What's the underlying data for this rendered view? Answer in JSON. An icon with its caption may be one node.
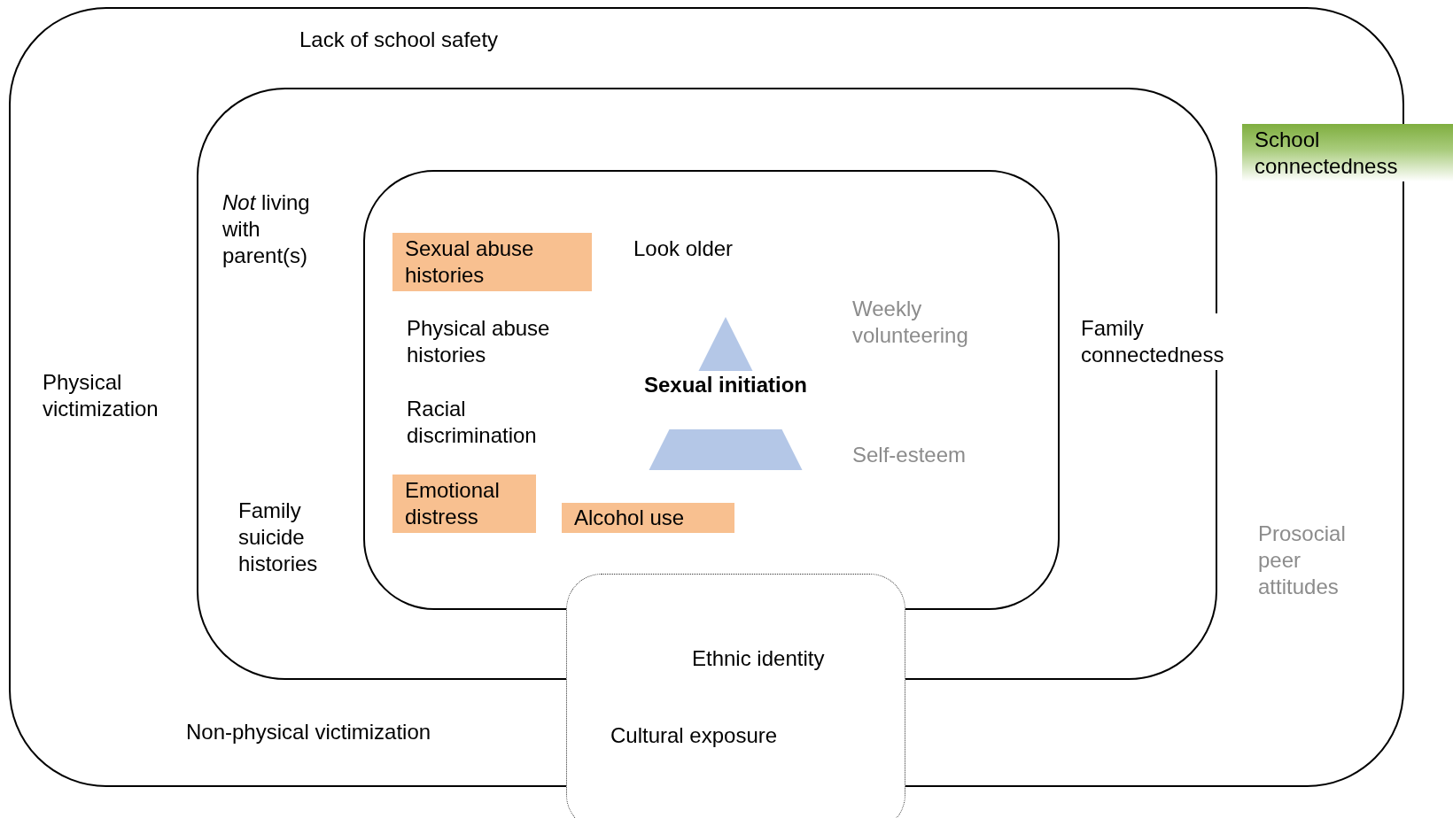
{
  "diagram": {
    "nodes": [
      {
        "text": [
          "Lack of school safety",
          "Physical victimization",
          "Prosocial peer attitudes",
          "Non-physical victimization"
        ]
      },
      {
        "text": [
          "*Not* living with parent(s)",
          "Family connectedness",
          "Family suicide histories"
        ],
        "in": 0
      },
      {
        "text": [
          "Look older",
          "Weekly volunteering",
          "Physical abuse histories",
          "Racial discrimination",
          "Self-esteem"
        ],
        "in": 1
      },
      {
        "text": [
          "Sexual abuse histories"
        ],
        "in": 2
      },
      {
        "text": [
          "Sexual initiation"
        ],
        "in": 2
      },
      {
        "text": [
          "Emotional distress"
        ],
        "in": 2
      },
      {
        "text": [
          "Alcohol use"
        ],
        "in": 2
      },
      {
        "text": [
          "Ethnic identity",
          "Cultural exposure"
        ]
      },
      {
        "text": [
          "School connectedness"
        ]
      }
    ]
  }
}
